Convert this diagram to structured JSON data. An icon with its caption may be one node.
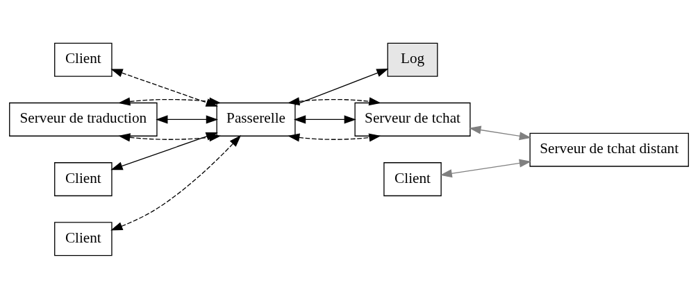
{
  "diagram": {
    "nodes": [
      {
        "text": [
          "Client"
        ]
      },
      {
        "text": [
          "Serveur de traduction"
        ]
      },
      {
        "text": [
          "Log"
        ]
      },
      {
        "text": [
          "Client"
        ]
      },
      {
        "text": [
          "Passerelle"
        ]
      },
      {
        "text": [
          "Serveur de tchat"
        ]
      },
      {
        "text": [
          "Client"
        ]
      },
      {
        "text": [
          "Client"
        ]
      },
      {
        "text": [
          "Serveur de tchat distant"
        ]
      }
    ],
    "edges": [
      {
        "from": 0,
        "to": 4,
        "arrow": "both",
        "style": "dashed"
      },
      {
        "from": 3,
        "to": 4,
        "arrow": "both"
      },
      {
        "from": 6,
        "to": 4,
        "arrow": "both",
        "style": "dashed"
      },
      {
        "from": 1,
        "to": 4,
        "arrow": "both",
        "style": "dashed"
      },
      {
        "from": 1,
        "to": 4,
        "arrow": "both"
      },
      {
        "from": 1,
        "to": 4,
        "arrow": "both",
        "style": "dashed"
      },
      {
        "from": 4,
        "to": 2,
        "arrow": "to"
      },
      {
        "from": 4,
        "to": 5,
        "arrow": "both",
        "style": "dashed"
      },
      {
        "from": 4,
        "to": 5,
        "arrow": "both"
      },
      {
        "from": 4,
        "to": 5,
        "arrow": "both",
        "style": "dashed"
      },
      {
        "from": 5,
        "to": 8,
        "arrow": "both",
        "color": "#808080"
      },
      {
        "from": 7,
        "to": 8,
        "arrow": "both",
        "color": "#808080"
      }
    ]
  }
}
